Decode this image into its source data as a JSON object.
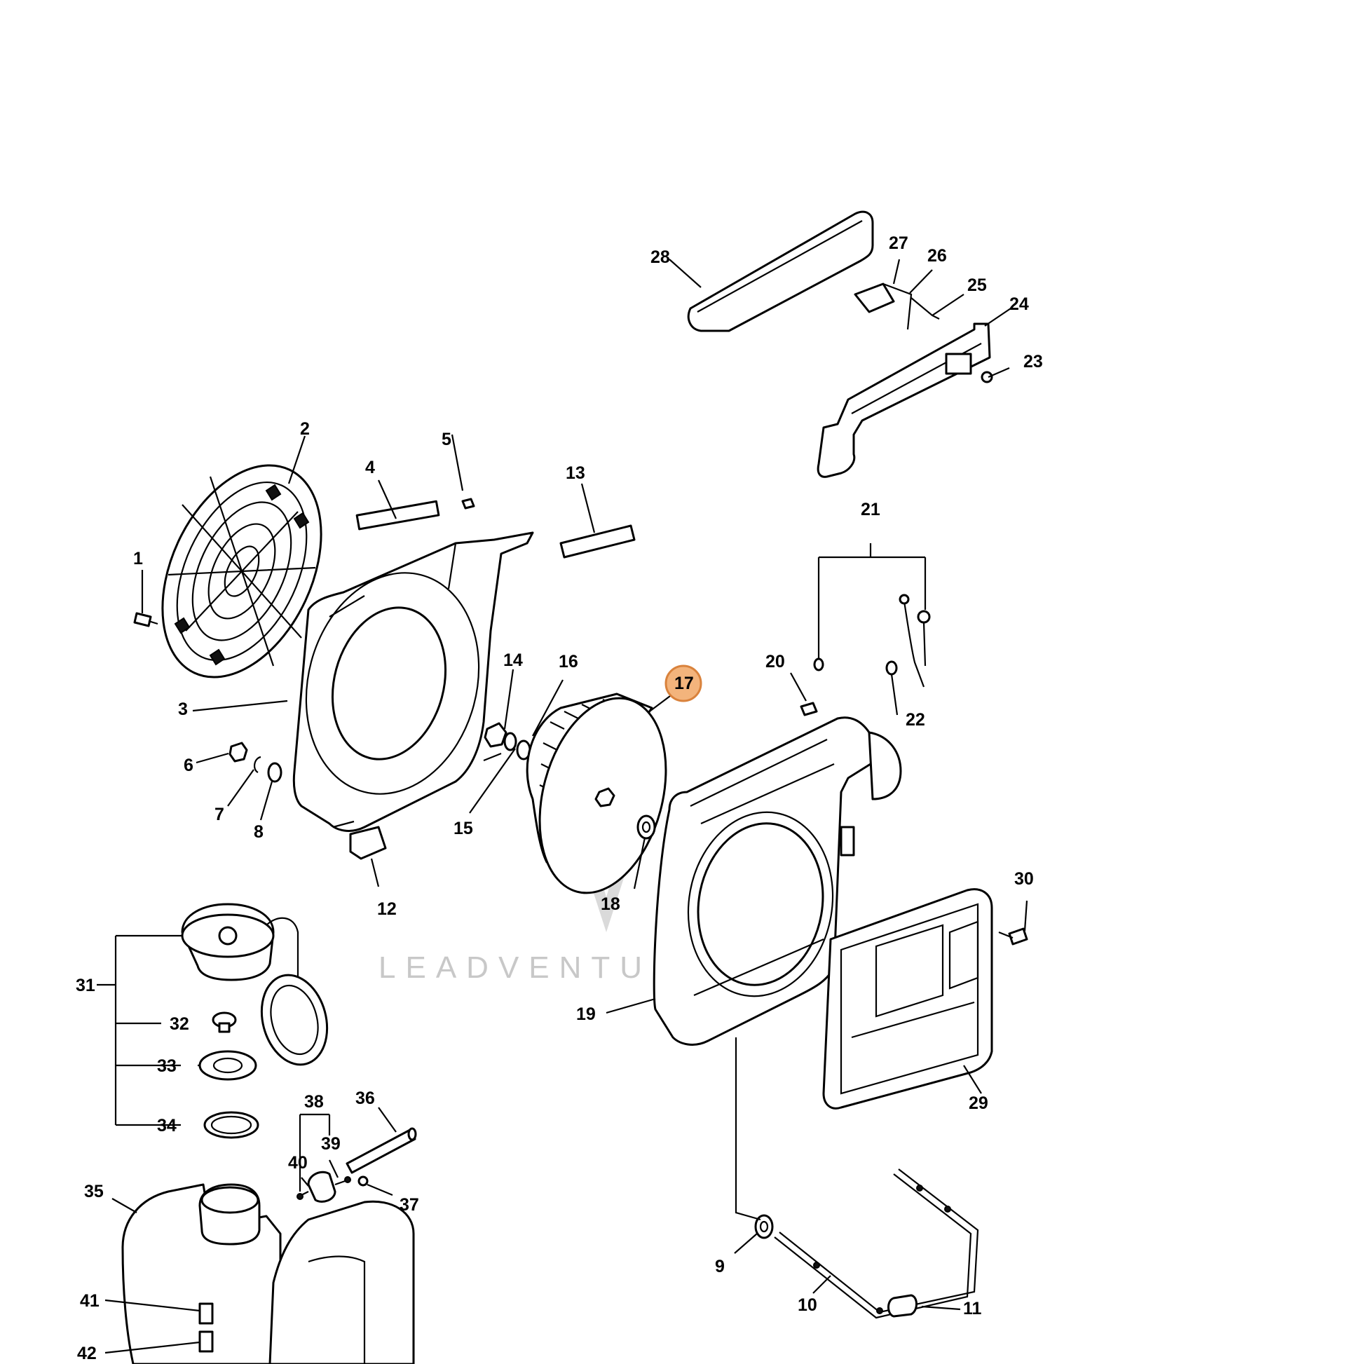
{
  "diagram": {
    "highlighted_callout": "17",
    "highlight_color": "#f3b47c",
    "watermark": "LEADVENTURE",
    "callouts": [
      "1",
      "2",
      "3",
      "4",
      "5",
      "6",
      "7",
      "8",
      "9",
      "10",
      "11",
      "12",
      "13",
      "14",
      "15",
      "16",
      "17",
      "18",
      "19",
      "20",
      "21",
      "22",
      "23",
      "24",
      "25",
      "26",
      "27",
      "28",
      "29",
      "30",
      "31",
      "32",
      "33",
      "34",
      "35",
      "36",
      "37",
      "38",
      "39",
      "40",
      "41",
      "42"
    ]
  }
}
